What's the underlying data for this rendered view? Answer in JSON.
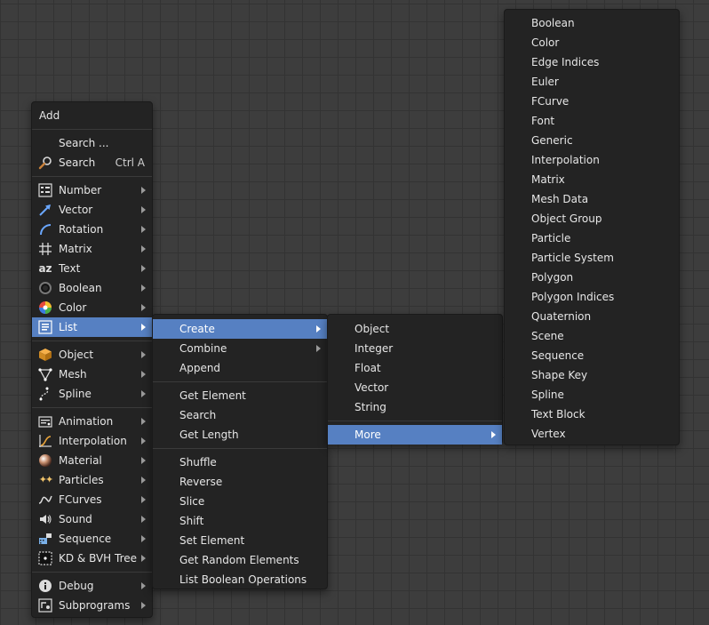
{
  "add_menu": {
    "title": "Add",
    "items": [
      {
        "label": "Search ...",
        "icon": "",
        "shortcut": ""
      },
      {
        "label": "Search",
        "icon": "magnifier-icon",
        "shortcut": "Ctrl A"
      },
      {
        "label": "Number",
        "icon": "number-icon",
        "submenu": true
      },
      {
        "label": "Vector",
        "icon": "vector-icon",
        "submenu": true
      },
      {
        "label": "Rotation",
        "icon": "rotation-icon",
        "submenu": true
      },
      {
        "label": "Matrix",
        "icon": "matrix-icon",
        "submenu": true
      },
      {
        "label": "Text",
        "icon": "text-icon",
        "submenu": true
      },
      {
        "label": "Boolean",
        "icon": "boolean-icon",
        "submenu": true
      },
      {
        "label": "Color",
        "icon": "color-wheel-icon",
        "submenu": true
      },
      {
        "label": "List",
        "icon": "list-icon",
        "submenu": true,
        "active": true
      },
      {
        "label": "Object",
        "icon": "object-cube-icon",
        "submenu": true
      },
      {
        "label": "Mesh",
        "icon": "mesh-icon",
        "submenu": true
      },
      {
        "label": "Spline",
        "icon": "spline-icon",
        "submenu": true
      },
      {
        "label": "Animation",
        "icon": "animation-icon",
        "submenu": true
      },
      {
        "label": "Interpolation",
        "icon": "interpolation-icon",
        "submenu": true
      },
      {
        "label": "Material",
        "icon": "material-sphere-icon",
        "submenu": true
      },
      {
        "label": "Particles",
        "icon": "particles-icon",
        "submenu": true
      },
      {
        "label": "FCurves",
        "icon": "fcurve-icon",
        "submenu": true
      },
      {
        "label": "Sound",
        "icon": "speaker-icon",
        "submenu": true
      },
      {
        "label": "Sequence",
        "icon": "sequence-icon",
        "submenu": true
      },
      {
        "label": "KD & BVH Tree",
        "icon": "tree-icon",
        "submenu": true
      },
      {
        "label": "Debug",
        "icon": "info-icon",
        "submenu": true
      },
      {
        "label": "Subprograms",
        "icon": "subprograms-icon",
        "submenu": true
      }
    ]
  },
  "list_menu": {
    "items": [
      {
        "label": "Create",
        "submenu": true,
        "active": true
      },
      {
        "label": "Combine",
        "submenu": true
      },
      {
        "label": "Append"
      },
      {
        "label": "Get Element"
      },
      {
        "label": "Search"
      },
      {
        "label": "Get Length"
      },
      {
        "label": "Shuffle"
      },
      {
        "label": "Reverse"
      },
      {
        "label": "Slice"
      },
      {
        "label": "Shift"
      },
      {
        "label": "Set Element"
      },
      {
        "label": "Get Random Elements"
      },
      {
        "label": "List Boolean Operations"
      }
    ]
  },
  "create_menu": {
    "items": [
      {
        "label": "Object"
      },
      {
        "label": "Integer"
      },
      {
        "label": "Float"
      },
      {
        "label": "Vector"
      },
      {
        "label": "String"
      },
      {
        "label": "More",
        "submenu": true,
        "active": true
      }
    ]
  },
  "more_menu": {
    "items": [
      {
        "label": "Boolean"
      },
      {
        "label": "Color"
      },
      {
        "label": "Edge Indices"
      },
      {
        "label": "Euler"
      },
      {
        "label": "FCurve"
      },
      {
        "label": "Font"
      },
      {
        "label": "Generic"
      },
      {
        "label": "Interpolation"
      },
      {
        "label": "Matrix"
      },
      {
        "label": "Mesh Data"
      },
      {
        "label": "Object Group"
      },
      {
        "label": "Particle"
      },
      {
        "label": "Particle System"
      },
      {
        "label": "Polygon"
      },
      {
        "label": "Polygon Indices"
      },
      {
        "label": "Quaternion"
      },
      {
        "label": "Scene"
      },
      {
        "label": "Sequence"
      },
      {
        "label": "Shape Key"
      },
      {
        "label": "Spline"
      },
      {
        "label": "Text Block"
      },
      {
        "label": "Vertex"
      }
    ]
  },
  "colors": {
    "background": "#3d3d3d",
    "grid": "#333333",
    "menu": "#232323",
    "highlight": "#5680c2",
    "text": "#e6e6e6"
  }
}
